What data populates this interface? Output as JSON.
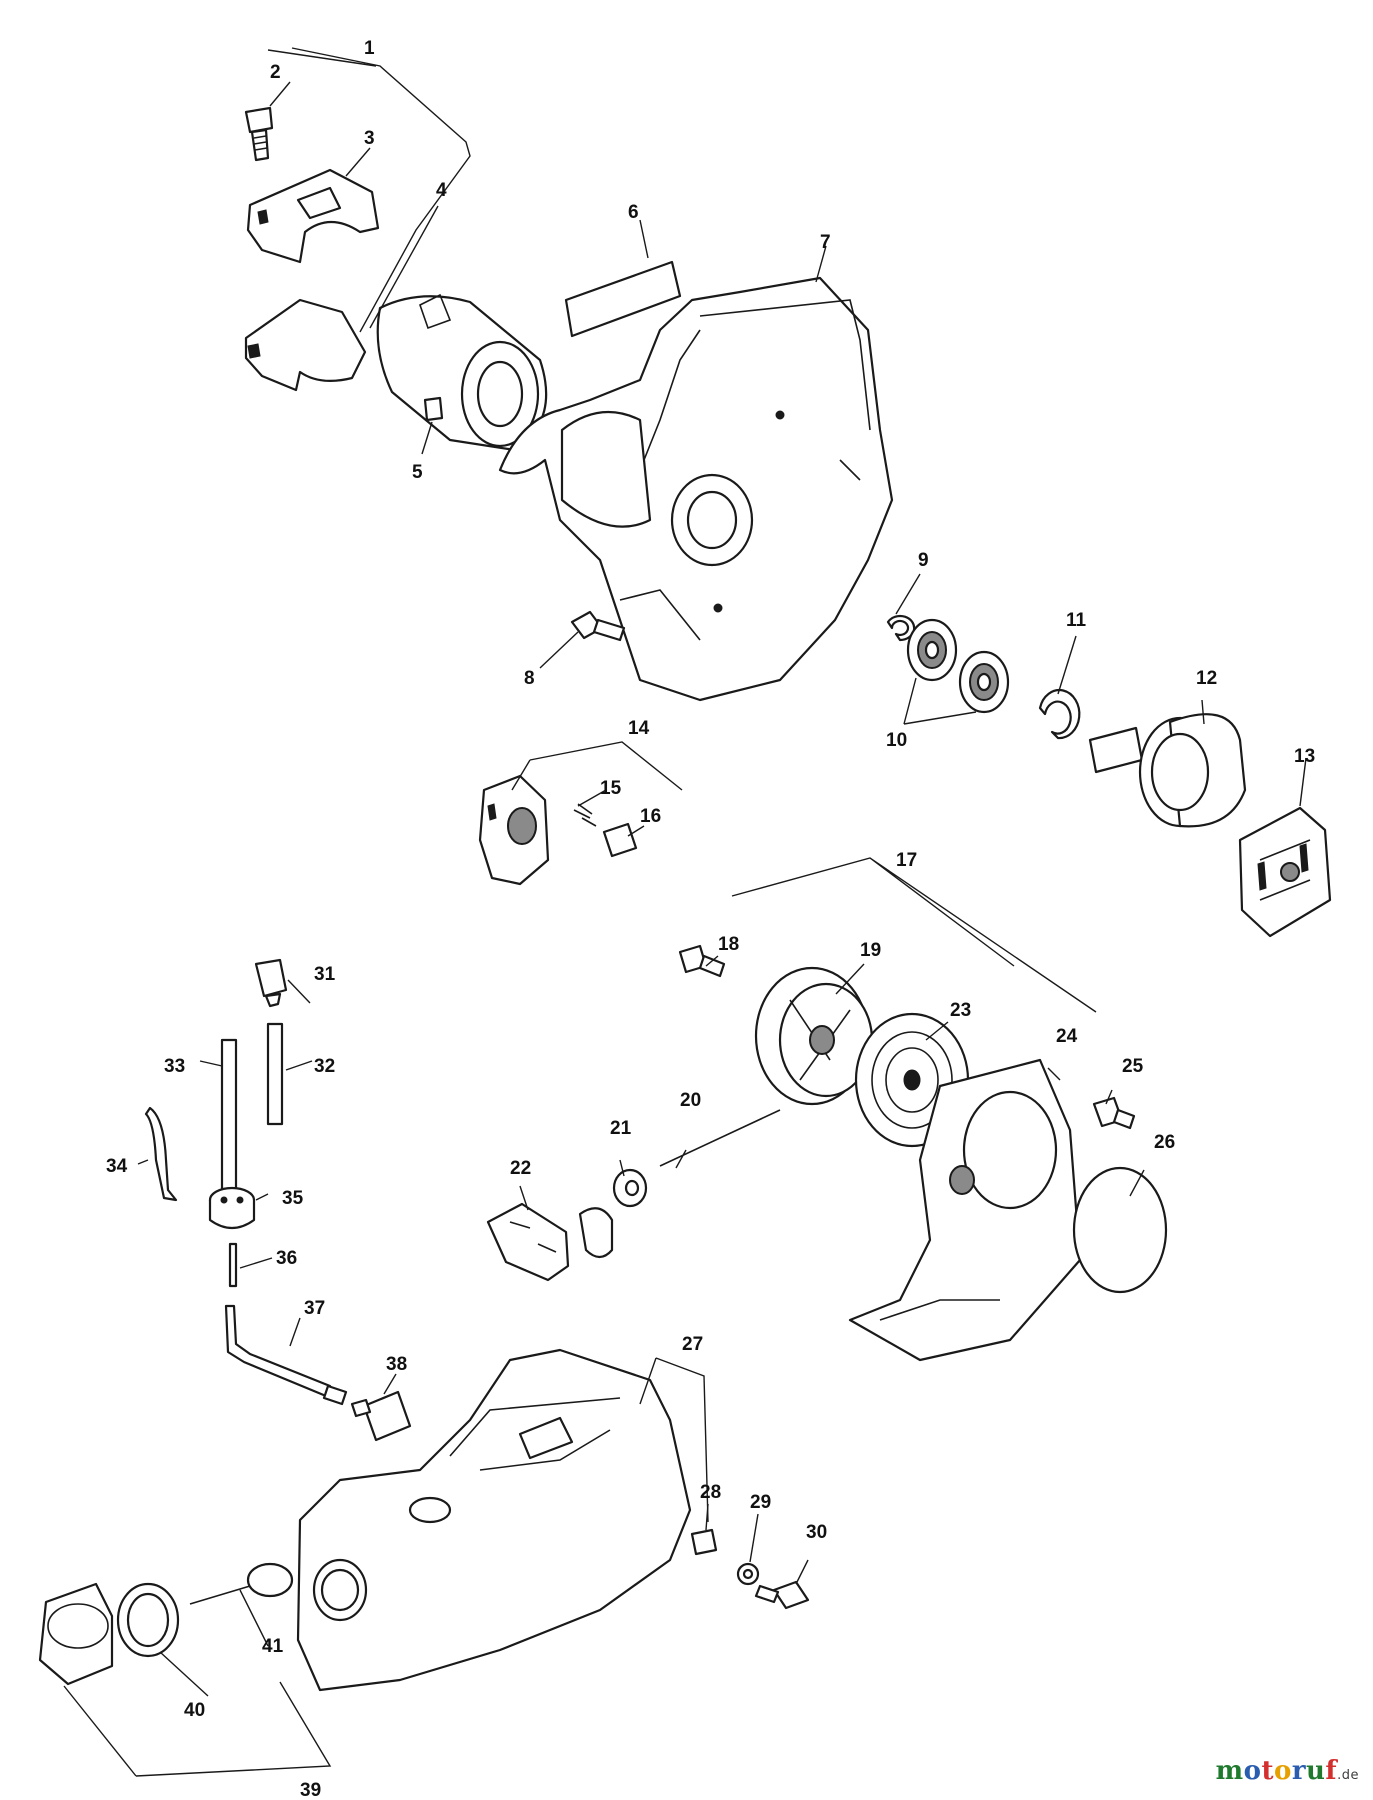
{
  "labels": {
    "p1": "1",
    "p2": "2",
    "p3": "3",
    "p4": "4",
    "p5": "5",
    "p6": "6",
    "p7": "7",
    "p8": "8",
    "p9": "9",
    "p10": "10",
    "p11": "11",
    "p12": "12",
    "p13": "13",
    "p14": "14",
    "p15": "15",
    "p16": "16",
    "p17": "17",
    "p18": "18",
    "p19": "19",
    "p20": "20",
    "p21": "21",
    "p22": "22",
    "p23": "23",
    "p24": "24",
    "p25": "25",
    "p26": "26",
    "p27": "27",
    "p28": "28",
    "p29": "29",
    "p30": "30",
    "p31": "31",
    "p32": "32",
    "p33": "33",
    "p34": "34",
    "p35": "35",
    "p36": "36",
    "p37": "37",
    "p38": "38",
    "p39": "39",
    "p40": "40",
    "p41": "41"
  },
  "watermark": {
    "letters": [
      "m",
      "o",
      "t",
      "o",
      "r",
      "u",
      "f"
    ],
    "tld": ".de",
    "colors": [
      "#1f7a2e",
      "#2a5db0",
      "#d32f2f",
      "#e6a100",
      "#2a5db0",
      "#1f7a2e",
      "#d32f2f"
    ]
  }
}
